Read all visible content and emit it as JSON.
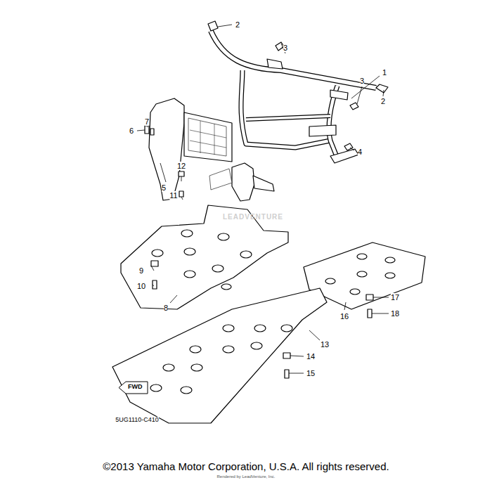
{
  "diagram": {
    "caption": "©2013 Yamaha Motor Corporation, U.S.A. All rights reserved.",
    "nodes": [
      {
        "text": [
          "FWD"
        ]
      }
    ],
    "labels": [
      "2",
      "3",
      "1",
      "3",
      "2",
      "4",
      "7",
      "6",
      "5",
      "12",
      "11",
      "9",
      "10",
      "8",
      "16",
      "17",
      "18",
      "13",
      "14",
      "15",
      "5UG1110-C410",
      "LEADVENTURE",
      "Rendered by LeadVenture, Inc."
    ]
  }
}
